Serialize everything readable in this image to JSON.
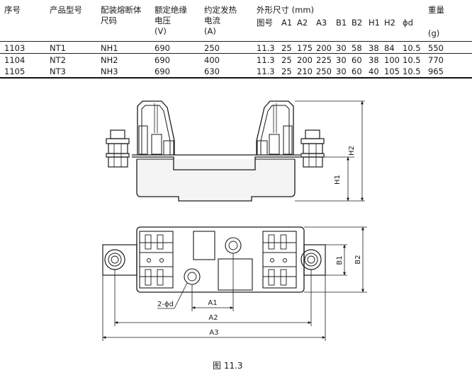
{
  "table": {
    "headers": {
      "seq": "序号",
      "model": "产品型号",
      "fuse_line1": "配装熔断体",
      "fuse_line2": "尺码",
      "volt_line1": "额定绝缘",
      "volt_line2": "电压",
      "volt_unit": "(V)",
      "curr_line1": "约定发热",
      "curr_line2": "电流",
      "curr_unit": "(A)",
      "dims_title": "外形尺寸 (mm)",
      "fig": "图号",
      "a1": "A1",
      "a2": "A2",
      "a3": "A3",
      "b1": "B1",
      "b2": "B2",
      "h1": "H1",
      "h2": "H2",
      "phid": "ϕd",
      "weight": "重量",
      "weight_unit": "(g)"
    },
    "rows": [
      {
        "seq": "1103",
        "model": "NT1",
        "fuse": "NH1",
        "volt": "690",
        "curr": "250",
        "fig": "11.3",
        "a1": "25",
        "a2": "175",
        "a3": "200",
        "b1": "30",
        "b2": "58",
        "h1": "38",
        "h2": "84",
        "phid": "10.5",
        "weight": "550"
      },
      {
        "seq": "1104",
        "model": "NT2",
        "fuse": "NH2",
        "volt": "690",
        "curr": "400",
        "fig": "11.3",
        "a1": "25",
        "a2": "200",
        "a3": "225",
        "b1": "30",
        "b2": "60",
        "h1": "38",
        "h2": "100",
        "phid": "10.5",
        "weight": "770"
      },
      {
        "seq": "1105",
        "model": "NT3",
        "fuse": "NH3",
        "volt": "690",
        "curr": "630",
        "fig": "11.3",
        "a1": "25",
        "a2": "210",
        "a3": "250",
        "b1": "30",
        "b2": "60",
        "h1": "40",
        "h2": "105",
        "phid": "10.5",
        "weight": "965"
      }
    ]
  },
  "drawing": {
    "labels": {
      "h1": "H1",
      "h2": "H2",
      "b1": "B1",
      "b2": "B2",
      "a1": "A1",
      "a2": "A2",
      "a3": "A3",
      "holes": "2-ϕd"
    }
  },
  "caption": "图 11.3"
}
